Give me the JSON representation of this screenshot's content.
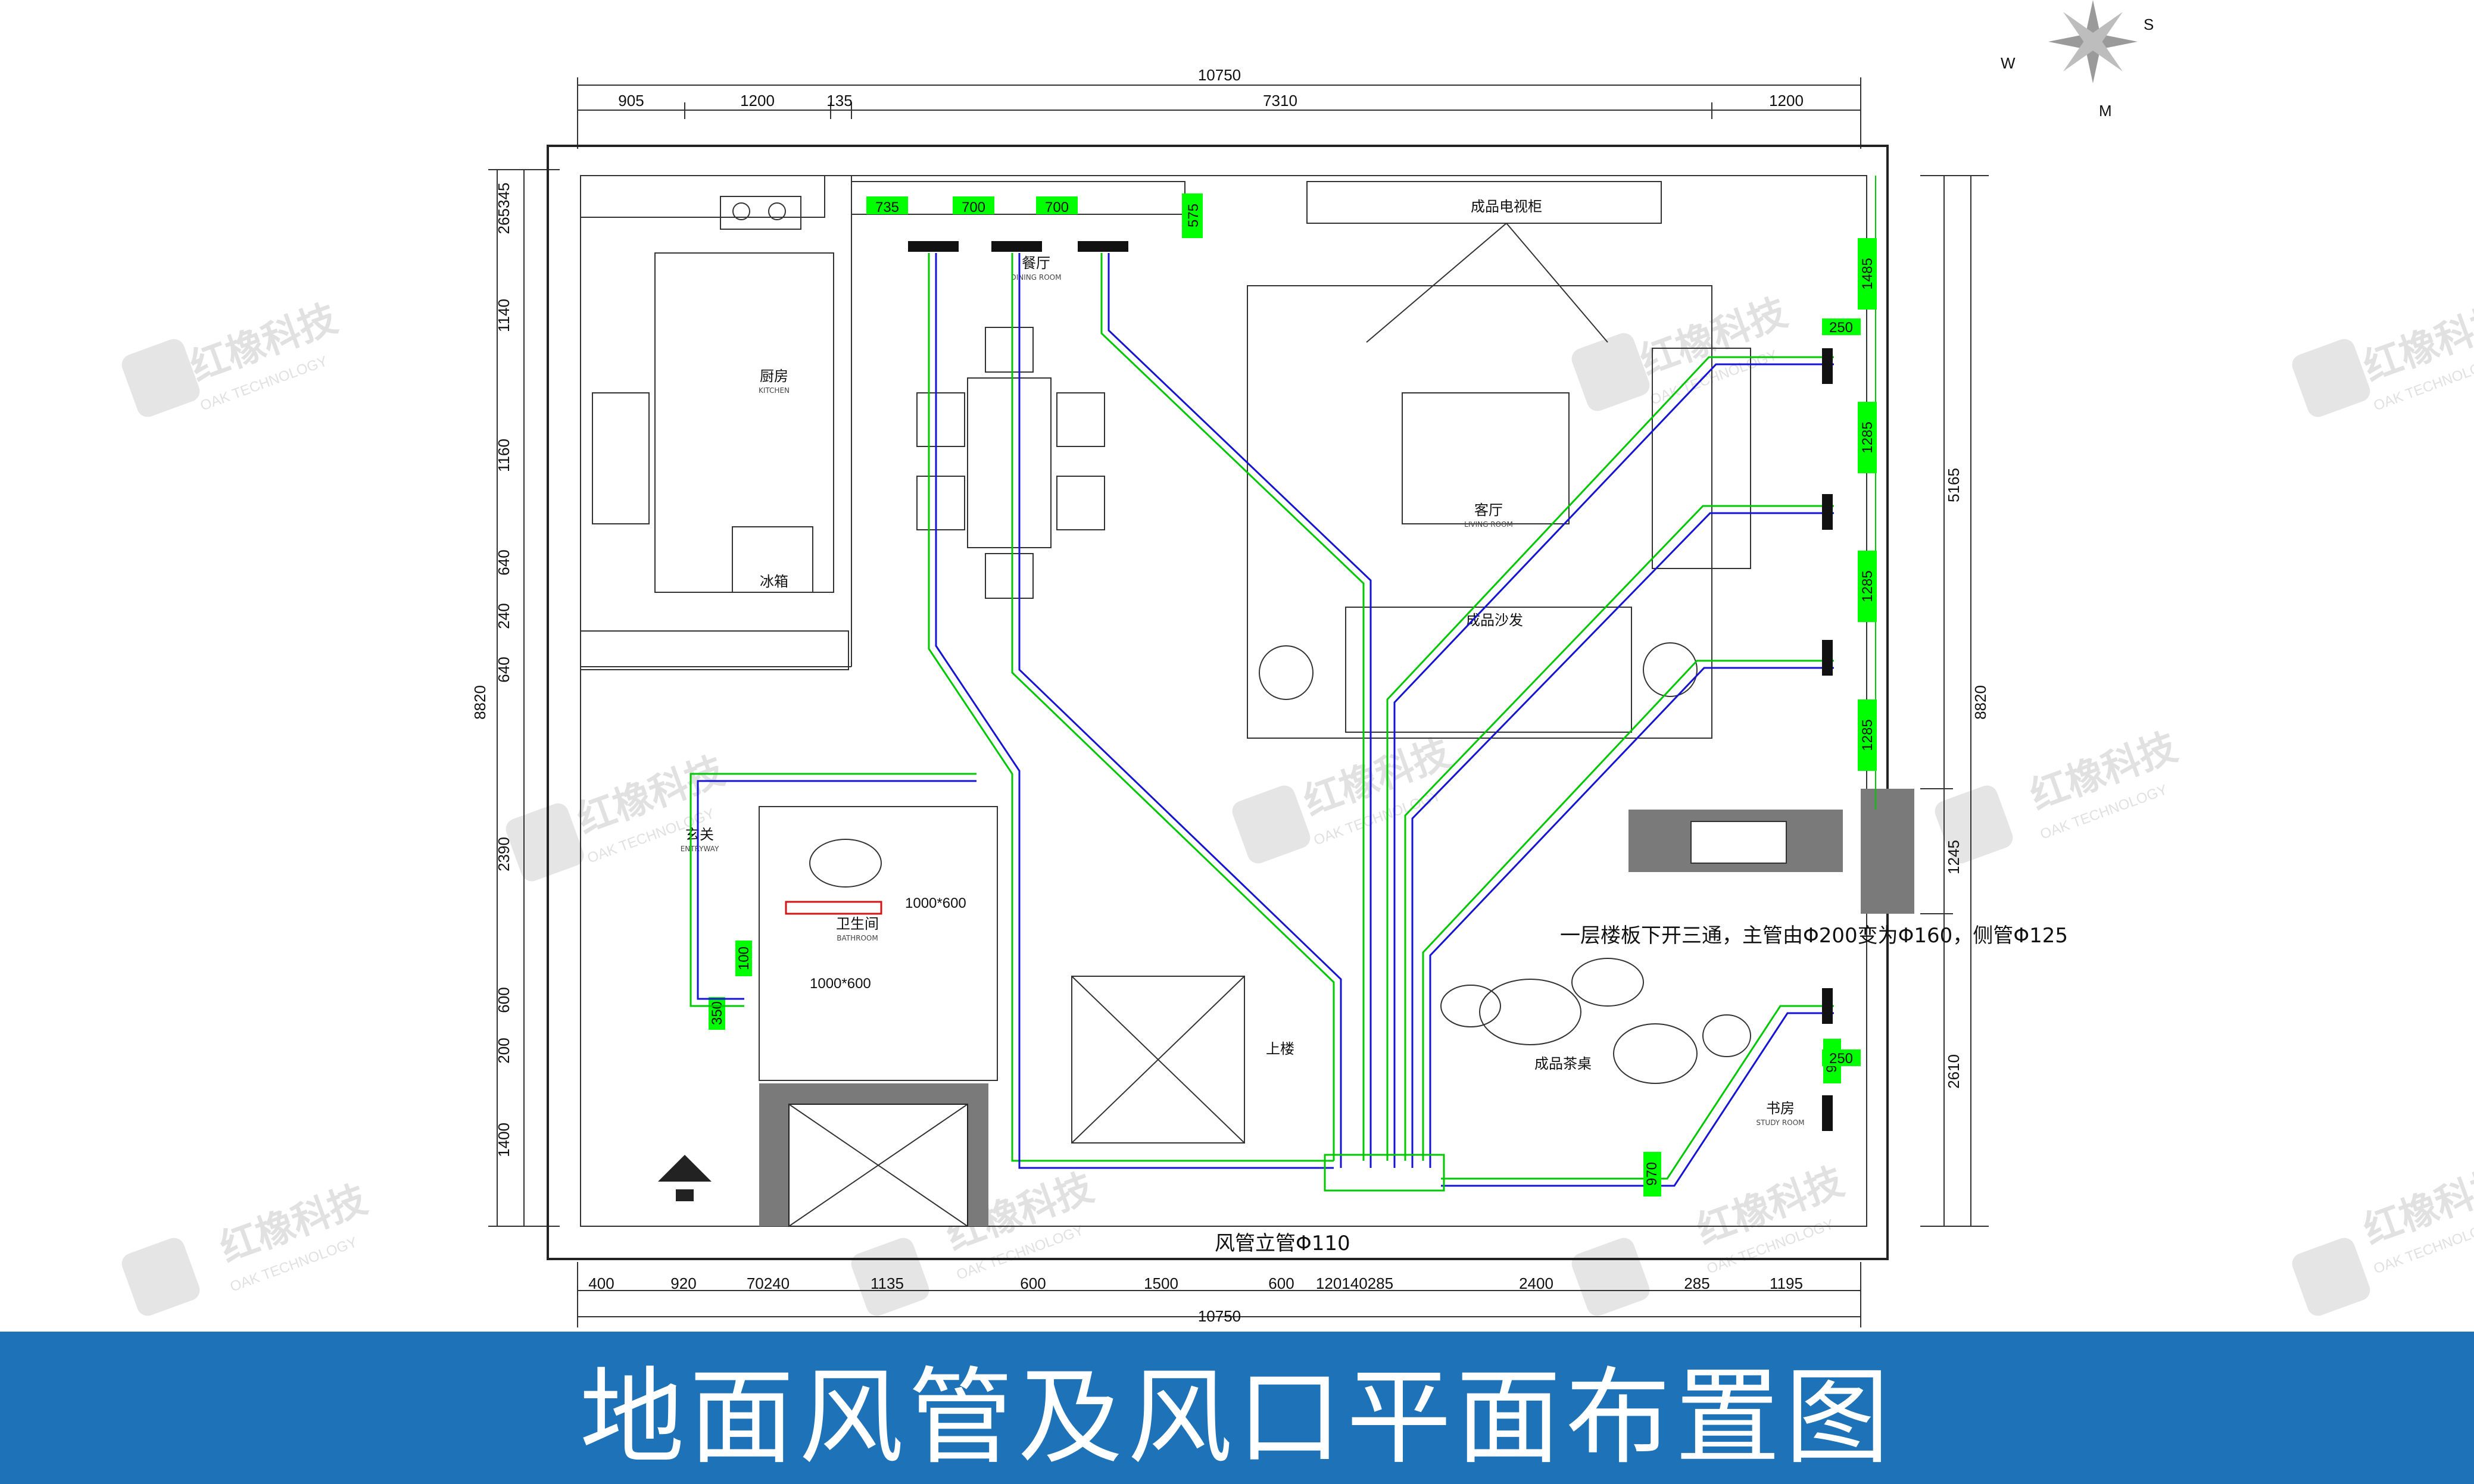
{
  "banner": {
    "title": "地面风管及风口平面布置图"
  },
  "compass": {
    "letters": [
      "S",
      "W",
      "M"
    ]
  },
  "watermark": {
    "brand": "红橡科技",
    "sub": "OAK TECHNOLOGY"
  },
  "dimensions": {
    "top_total": "10750",
    "top": [
      "905",
      "1200",
      "135",
      "7310",
      "1200"
    ],
    "bottom_total": "10750",
    "bottom": [
      "400",
      "920",
      "70240",
      "1135",
      "600",
      "1500",
      "600",
      "120140285",
      "2400",
      "285",
      "1195"
    ],
    "left_total": "8820",
    "left": [
      "265345",
      "1140",
      "1160",
      "640",
      "240",
      "640",
      "2390",
      "600",
      "200",
      "1400"
    ],
    "right_total": "8820",
    "right": [
      "5165",
      "1245",
      "2610"
    ],
    "right_inner": [
      "1485",
      "1285",
      "1285",
      "1285",
      "970",
      "970"
    ]
  },
  "vent_tags": {
    "top": [
      "735",
      "700",
      "700",
      "575"
    ],
    "right": [
      "250",
      "250"
    ],
    "left": [
      "100",
      "350"
    ]
  },
  "rooms": [
    {
      "name": "厨房",
      "sub": "KITCHEN"
    },
    {
      "name": "冰箱",
      "sub": ""
    },
    {
      "name": "餐厅",
      "sub": "DINING ROOM"
    },
    {
      "name": "客厅",
      "sub": "LIVING ROOM"
    },
    {
      "name": "成品沙发",
      "sub": ""
    },
    {
      "name": "成品电视柜",
      "sub": ""
    },
    {
      "name": "玄关",
      "sub": "ENTRYWAY"
    },
    {
      "name": "卫生间",
      "sub": "BATHROOM"
    },
    {
      "name": "成品茶桌",
      "sub": ""
    },
    {
      "name": "书房",
      "sub": "STUDY ROOM"
    },
    {
      "name": "上楼",
      "sub": ""
    }
  ],
  "annotations": {
    "main_note": "一层楼板下开三通，主管由Φ200变为Φ160，侧管Φ125",
    "riser": "风管立管Φ110",
    "size_1": "1000*600",
    "size_2": "1000*600"
  },
  "colors": {
    "duct_green": "#00c800",
    "duct_blue": "#1414d2",
    "tag_green": "#00ff00",
    "banner": "#1d72b8",
    "solid_gray": "#7a7a7a"
  }
}
